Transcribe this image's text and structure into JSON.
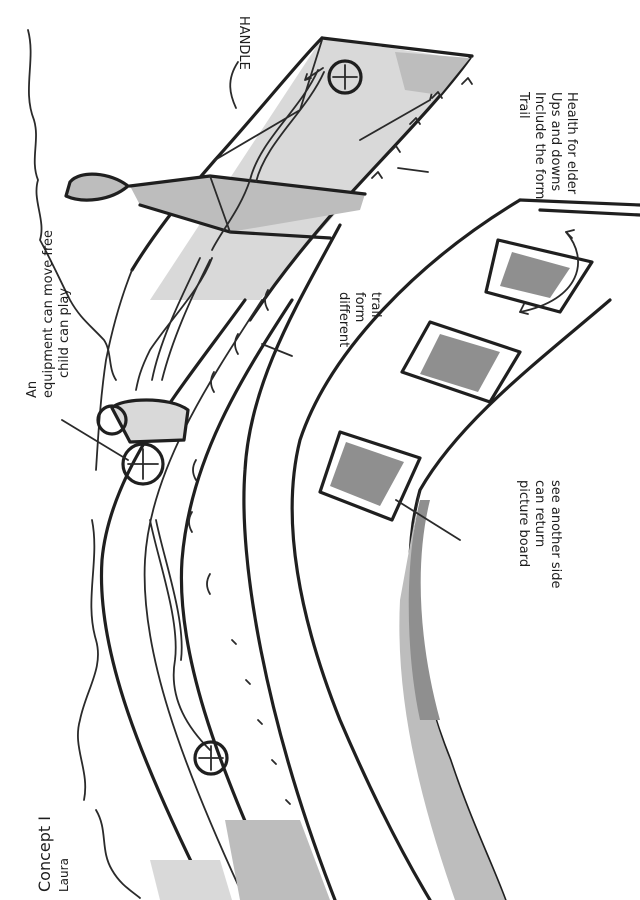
{
  "sketch": {
    "title": "Concept I",
    "author": "Laura"
  },
  "labels": {
    "handle": "HANDLE",
    "trail_line1": "Trail",
    "trail_line2": "Include the form",
    "trail_line3": "Ups and downs",
    "trail_line4": "Health for elder",
    "different_form_line1": "different",
    "different_form_line2": "form",
    "different_form_line3": "trail.",
    "equipment_line1": "An",
    "equipment_line2": "equipment can move free",
    "equipment_line3": "child can play",
    "picture_board_line1": "picture board",
    "picture_board_line2": "can return",
    "picture_board_line3": "see another side"
  }
}
